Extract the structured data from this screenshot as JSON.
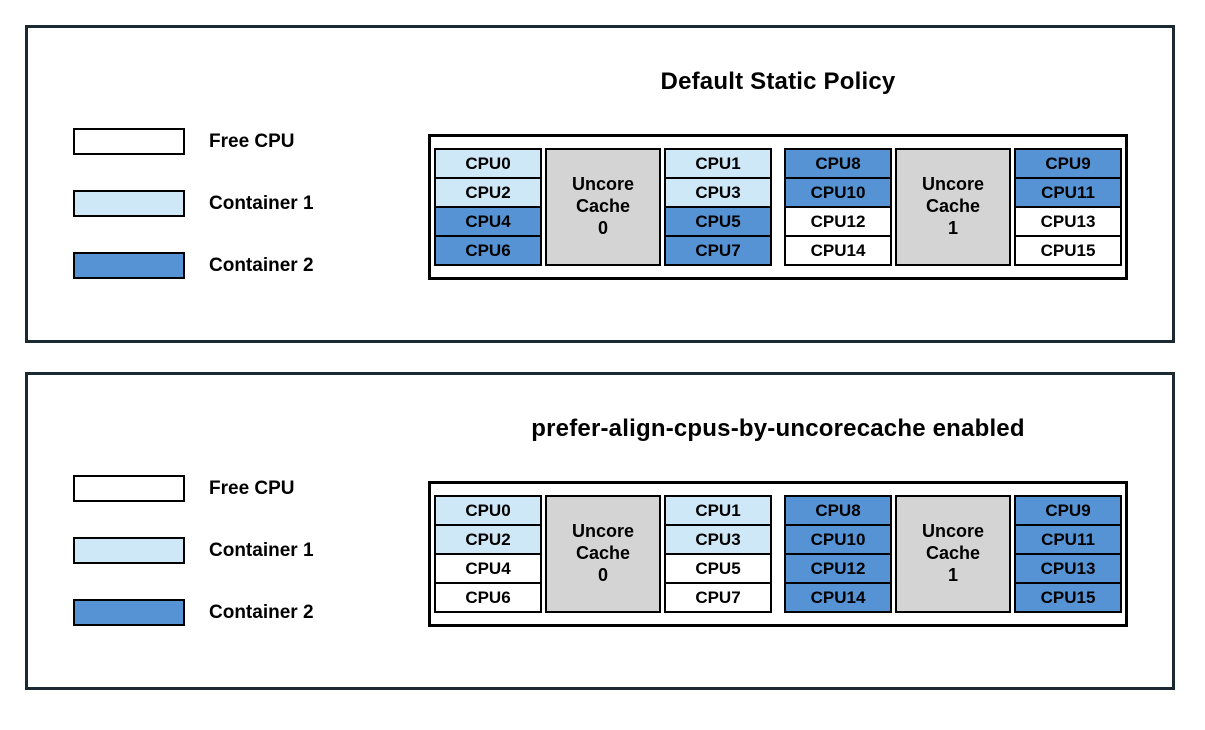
{
  "colors": {
    "container1": "#cfe8f8",
    "container2": "#5593d5",
    "free": "#ffffff",
    "cache": "#d4d4d4",
    "panel_border": "#1b2a32"
  },
  "panels": [
    {
      "title": "Default Static Policy",
      "legend": [
        {
          "label": "Free CPU",
          "state": "free"
        },
        {
          "label": "Container 1",
          "state": "c1"
        },
        {
          "label": "Container 2",
          "state": "c2"
        }
      ],
      "groups": [
        {
          "cache_lines": [
            "Uncore",
            "Cache",
            "0"
          ],
          "left": [
            {
              "label": "CPU0",
              "state": "c1"
            },
            {
              "label": "CPU2",
              "state": "c1"
            },
            {
              "label": "CPU4",
              "state": "c2"
            },
            {
              "label": "CPU6",
              "state": "c2"
            }
          ],
          "right": [
            {
              "label": "CPU1",
              "state": "c1"
            },
            {
              "label": "CPU3",
              "state": "c1"
            },
            {
              "label": "CPU5",
              "state": "c2"
            },
            {
              "label": "CPU7",
              "state": "c2"
            }
          ]
        },
        {
          "cache_lines": [
            "Uncore",
            "Cache",
            "1"
          ],
          "left": [
            {
              "label": "CPU8",
              "state": "c2"
            },
            {
              "label": "CPU10",
              "state": "c2"
            },
            {
              "label": "CPU12",
              "state": "free"
            },
            {
              "label": "CPU14",
              "state": "free"
            }
          ],
          "right": [
            {
              "label": "CPU9",
              "state": "c2"
            },
            {
              "label": "CPU11",
              "state": "c2"
            },
            {
              "label": "CPU13",
              "state": "free"
            },
            {
              "label": "CPU15",
              "state": "free"
            }
          ]
        }
      ]
    },
    {
      "title": "prefer-align-cpus-by-uncorecache enabled",
      "legend": [
        {
          "label": "Free CPU",
          "state": "free"
        },
        {
          "label": "Container 1",
          "state": "c1"
        },
        {
          "label": "Container 2",
          "state": "c2"
        }
      ],
      "groups": [
        {
          "cache_lines": [
            "Uncore",
            "Cache",
            "0"
          ],
          "left": [
            {
              "label": "CPU0",
              "state": "c1"
            },
            {
              "label": "CPU2",
              "state": "c1"
            },
            {
              "label": "CPU4",
              "state": "free"
            },
            {
              "label": "CPU6",
              "state": "free"
            }
          ],
          "right": [
            {
              "label": "CPU1",
              "state": "c1"
            },
            {
              "label": "CPU3",
              "state": "c1"
            },
            {
              "label": "CPU5",
              "state": "free"
            },
            {
              "label": "CPU7",
              "state": "free"
            }
          ]
        },
        {
          "cache_lines": [
            "Uncore",
            "Cache",
            "1"
          ],
          "left": [
            {
              "label": "CPU8",
              "state": "c2"
            },
            {
              "label": "CPU10",
              "state": "c2"
            },
            {
              "label": "CPU12",
              "state": "c2"
            },
            {
              "label": "CPU14",
              "state": "c2"
            }
          ],
          "right": [
            {
              "label": "CPU9",
              "state": "c2"
            },
            {
              "label": "CPU11",
              "state": "c2"
            },
            {
              "label": "CPU13",
              "state": "c2"
            },
            {
              "label": "CPU15",
              "state": "c2"
            }
          ]
        }
      ]
    }
  ]
}
